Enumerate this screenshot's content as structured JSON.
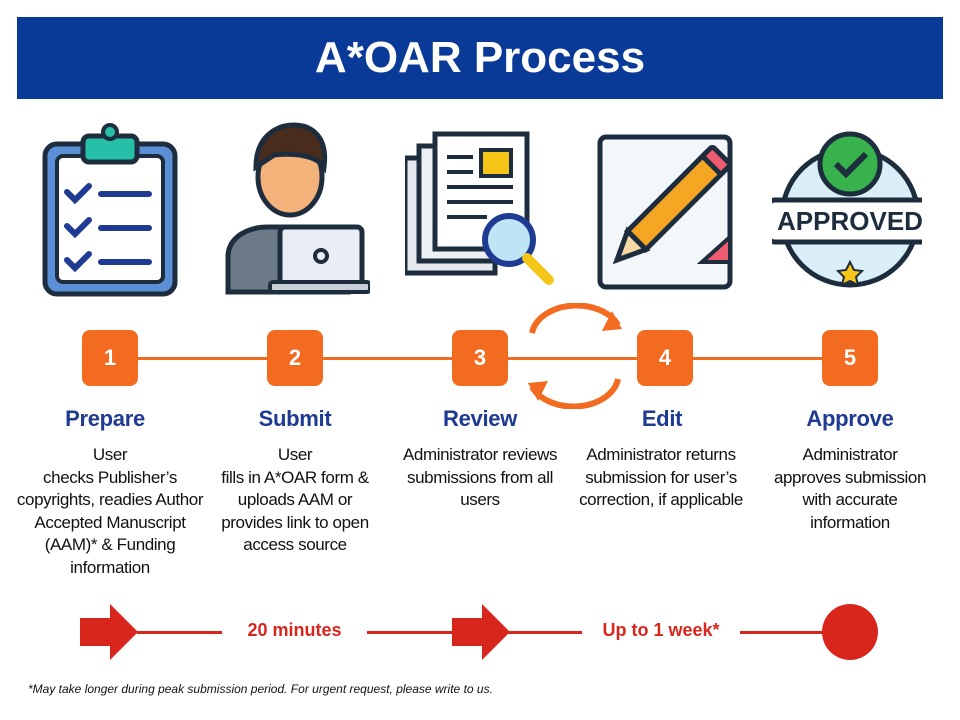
{
  "header": {
    "title": "A*OAR Process"
  },
  "steps": [
    {
      "number": "1",
      "title": "Prepare",
      "description": "User\nchecks Publisher’s copyrights, readies Author Accepted Manuscript (AAM)* & Funding information",
      "icon": "clipboard-checklist-icon"
    },
    {
      "number": "2",
      "title": "Submit",
      "description": "User\nfills in A*OAR form & uploads AAM or provides link to open access source",
      "icon": "user-laptop-icon"
    },
    {
      "number": "3",
      "title": "Review",
      "description": "Administrator reviews submissions from all users",
      "icon": "document-magnifier-icon"
    },
    {
      "number": "4",
      "title": "Edit",
      "description": "Administrator returns submission for user’s correction, if applicable",
      "icon": "pencil-edit-icon"
    },
    {
      "number": "5",
      "title": "Approve",
      "description": "Administrator approves submission with accurate information",
      "icon": "approved-badge-icon"
    }
  ],
  "timeline": {
    "first": "20 minutes",
    "second": "Up to 1 week*"
  },
  "footnote": "*May take longer during peak submission period. For urgent request, please write to us.",
  "colors": {
    "banner": "#0a3a97",
    "accent": "#f26b21",
    "timeline": "#d9261c",
    "title": "#1f3a93"
  }
}
